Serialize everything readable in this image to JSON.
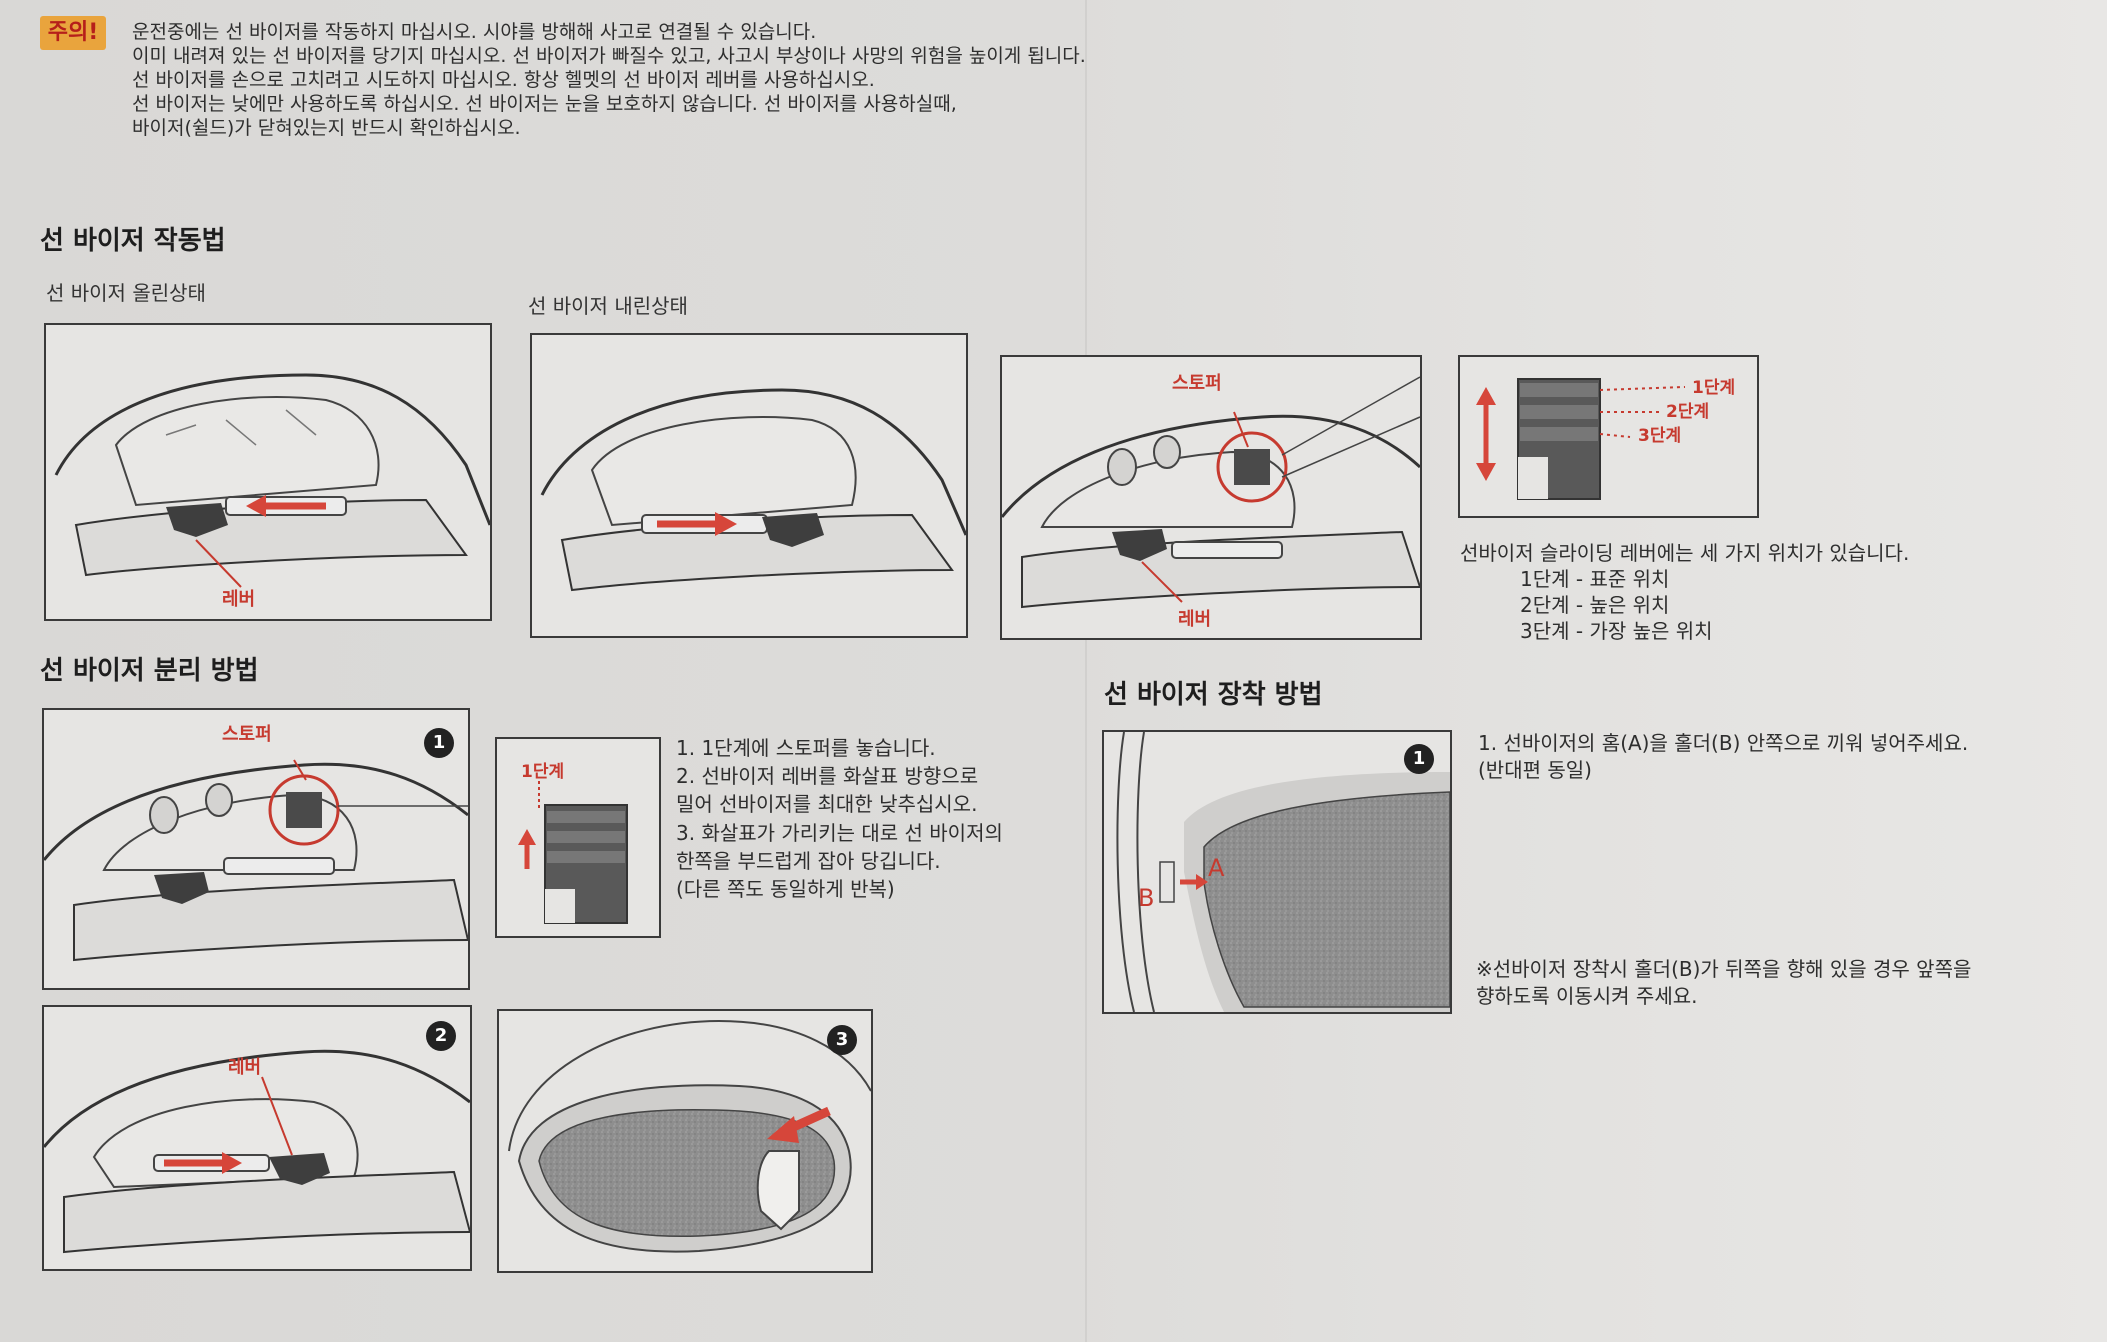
{
  "caution": {
    "label": "주의!",
    "lines": [
      "운전중에는 선 바이저를 작동하지 마십시오. 시야를 방해해 사고로 연결될 수 있습니다.",
      "이미 내려져 있는 선 바이저를 당기지 마십시오. 선 바이저가 빠질수 있고, 사고시 부상이나 사망의 위험을 높이게 됩니다.",
      "선 바이저를 손으로 고치려고 시도하지 마십시오. 항상 헬멧의 선 바이저 레버를 사용하십시오.",
      "선 바이저는 낮에만 사용하도록 하십시오. 선 바이저는 눈을 보호하지 않습니다. 선 바이저를 사용하실때,",
      "바이저(쉴드)가 닫혀있는지 반드시 확인하십시오."
    ]
  },
  "operation": {
    "title": "선 바이저 작동법",
    "raised_label": "선 바이저 올린상태",
    "lowered_label": "선 바이저 내린상태",
    "lever_label": "레버",
    "stopper_label": "스토퍼",
    "levels": [
      "1단계",
      "2단계",
      "3단계"
    ],
    "positions_intro": "선바이저 슬라이딩 레버에는 세 가지 위치가 있습니다.",
    "positions": [
      "1단계 - 표준 위치",
      "2단계 - 높은 위치",
      "3단계 - 가장 높은 위치"
    ]
  },
  "removal": {
    "title": "선 바이저 분리 방법",
    "stopper_label": "스토퍼",
    "level1_label": "1단계",
    "lever_label": "레버",
    "step_numbers": [
      "1",
      "2",
      "3"
    ],
    "steps": [
      "1. 1단계에 스토퍼를 놓습니다.",
      "2. 선바이저 레버를 화살표 방향으로",
      "    밀어 선바이저를 최대한 낮추십시오.",
      "3. 화살표가 가리키는 대로 선 바이저의",
      "    한쪽을 부드럽게 잡아 당깁니다.",
      "    (다른 쪽도 동일하게 반복)"
    ]
  },
  "install": {
    "title": "선 바이저 장착 방법",
    "step_number": "1",
    "label_a": "A",
    "label_b": "B",
    "steps": [
      "1. 선바이저의 홈(A)을 홀더(B) 안쪽으로 끼워 넣어주세요.",
      "    (반대편 동일)"
    ],
    "note": [
      "※선바이저 장착시 홀더(B)가 뒤쪽을 향해 있을 경우 앞쪽을",
      "   향하도록 이동시켜 주세요."
    ]
  },
  "colors": {
    "accent_red": "#c63a2f",
    "caution_orange": "#e9a43d",
    "visor_gray": "#8f8f8f"
  }
}
